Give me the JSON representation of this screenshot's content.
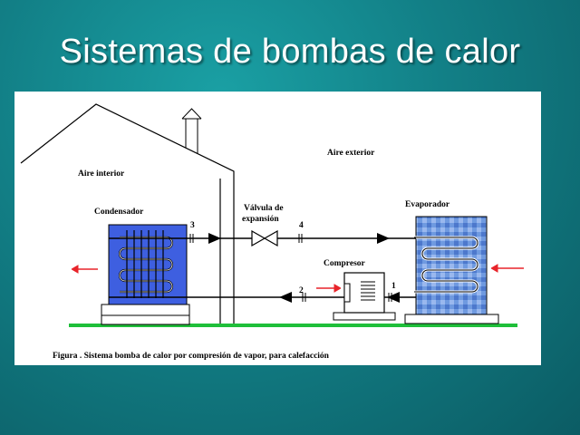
{
  "slide": {
    "title": "Sistemas de bombas de calor"
  },
  "diagram": {
    "labels": {
      "aire_interior": "Aire interior",
      "aire_exterior": "Aire exterior",
      "condensador": "Condensador",
      "valvula_line1": "Válvula de",
      "valvula_line2": "expansión",
      "evaporador": "Evaporador",
      "compresor": "Compresor",
      "p1": "1",
      "p2": "2",
      "p3": "3",
      "p4": "4"
    },
    "caption": "Figura . Sistema bomba de calor por compresión de vapor, para  calefacción",
    "colors": {
      "coil_blue": "#3e5fe0",
      "evap_blue": "#5a88d8",
      "heat_arrow_red": "#e8242a",
      "ground_green": "#1fbf3a",
      "background_teal": "#127f86"
    }
  }
}
